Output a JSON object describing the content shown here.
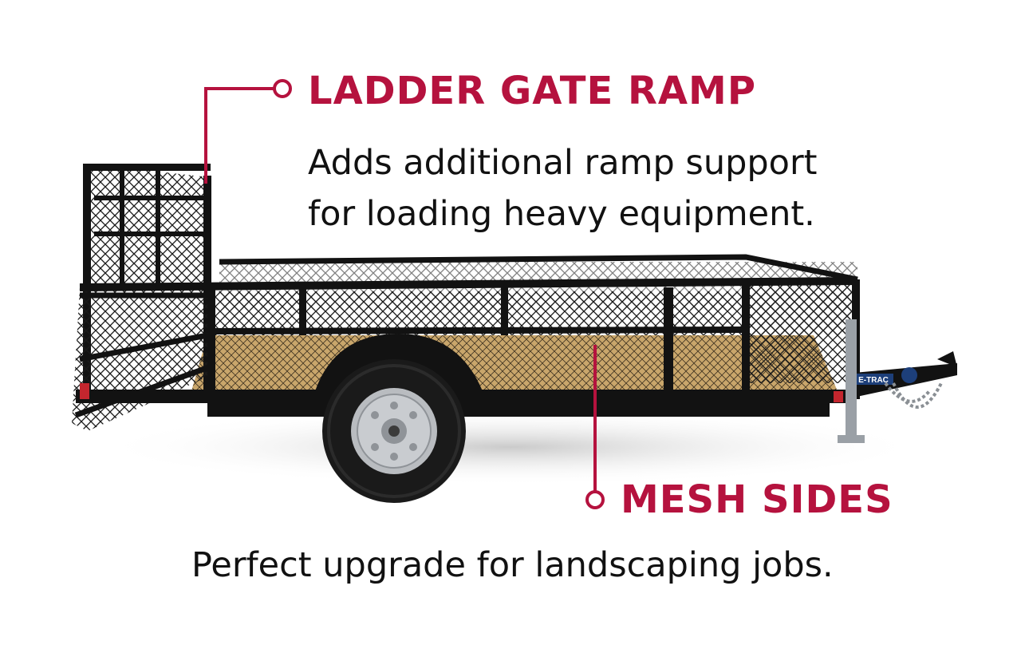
{
  "callouts": {
    "ladder_gate_ramp": {
      "title": "LADDER GATE RAMP",
      "body_lines": [
        "Adds additional ramp support",
        "for loading heavy equipment."
      ]
    },
    "mesh_sides": {
      "title": "MESH SIDES",
      "body": "Perfect upgrade for landscaping jobs."
    }
  },
  "trailer": {
    "brand_badge": "E-TRAC"
  },
  "colors": {
    "accent": "#b5123e",
    "frame": "#121212",
    "deck": "#c9a66b",
    "wheel": "#b9bcc0",
    "tire": "#1a1a1a"
  },
  "icons": [
    "callout-dot-icon",
    "trailer-image"
  ]
}
